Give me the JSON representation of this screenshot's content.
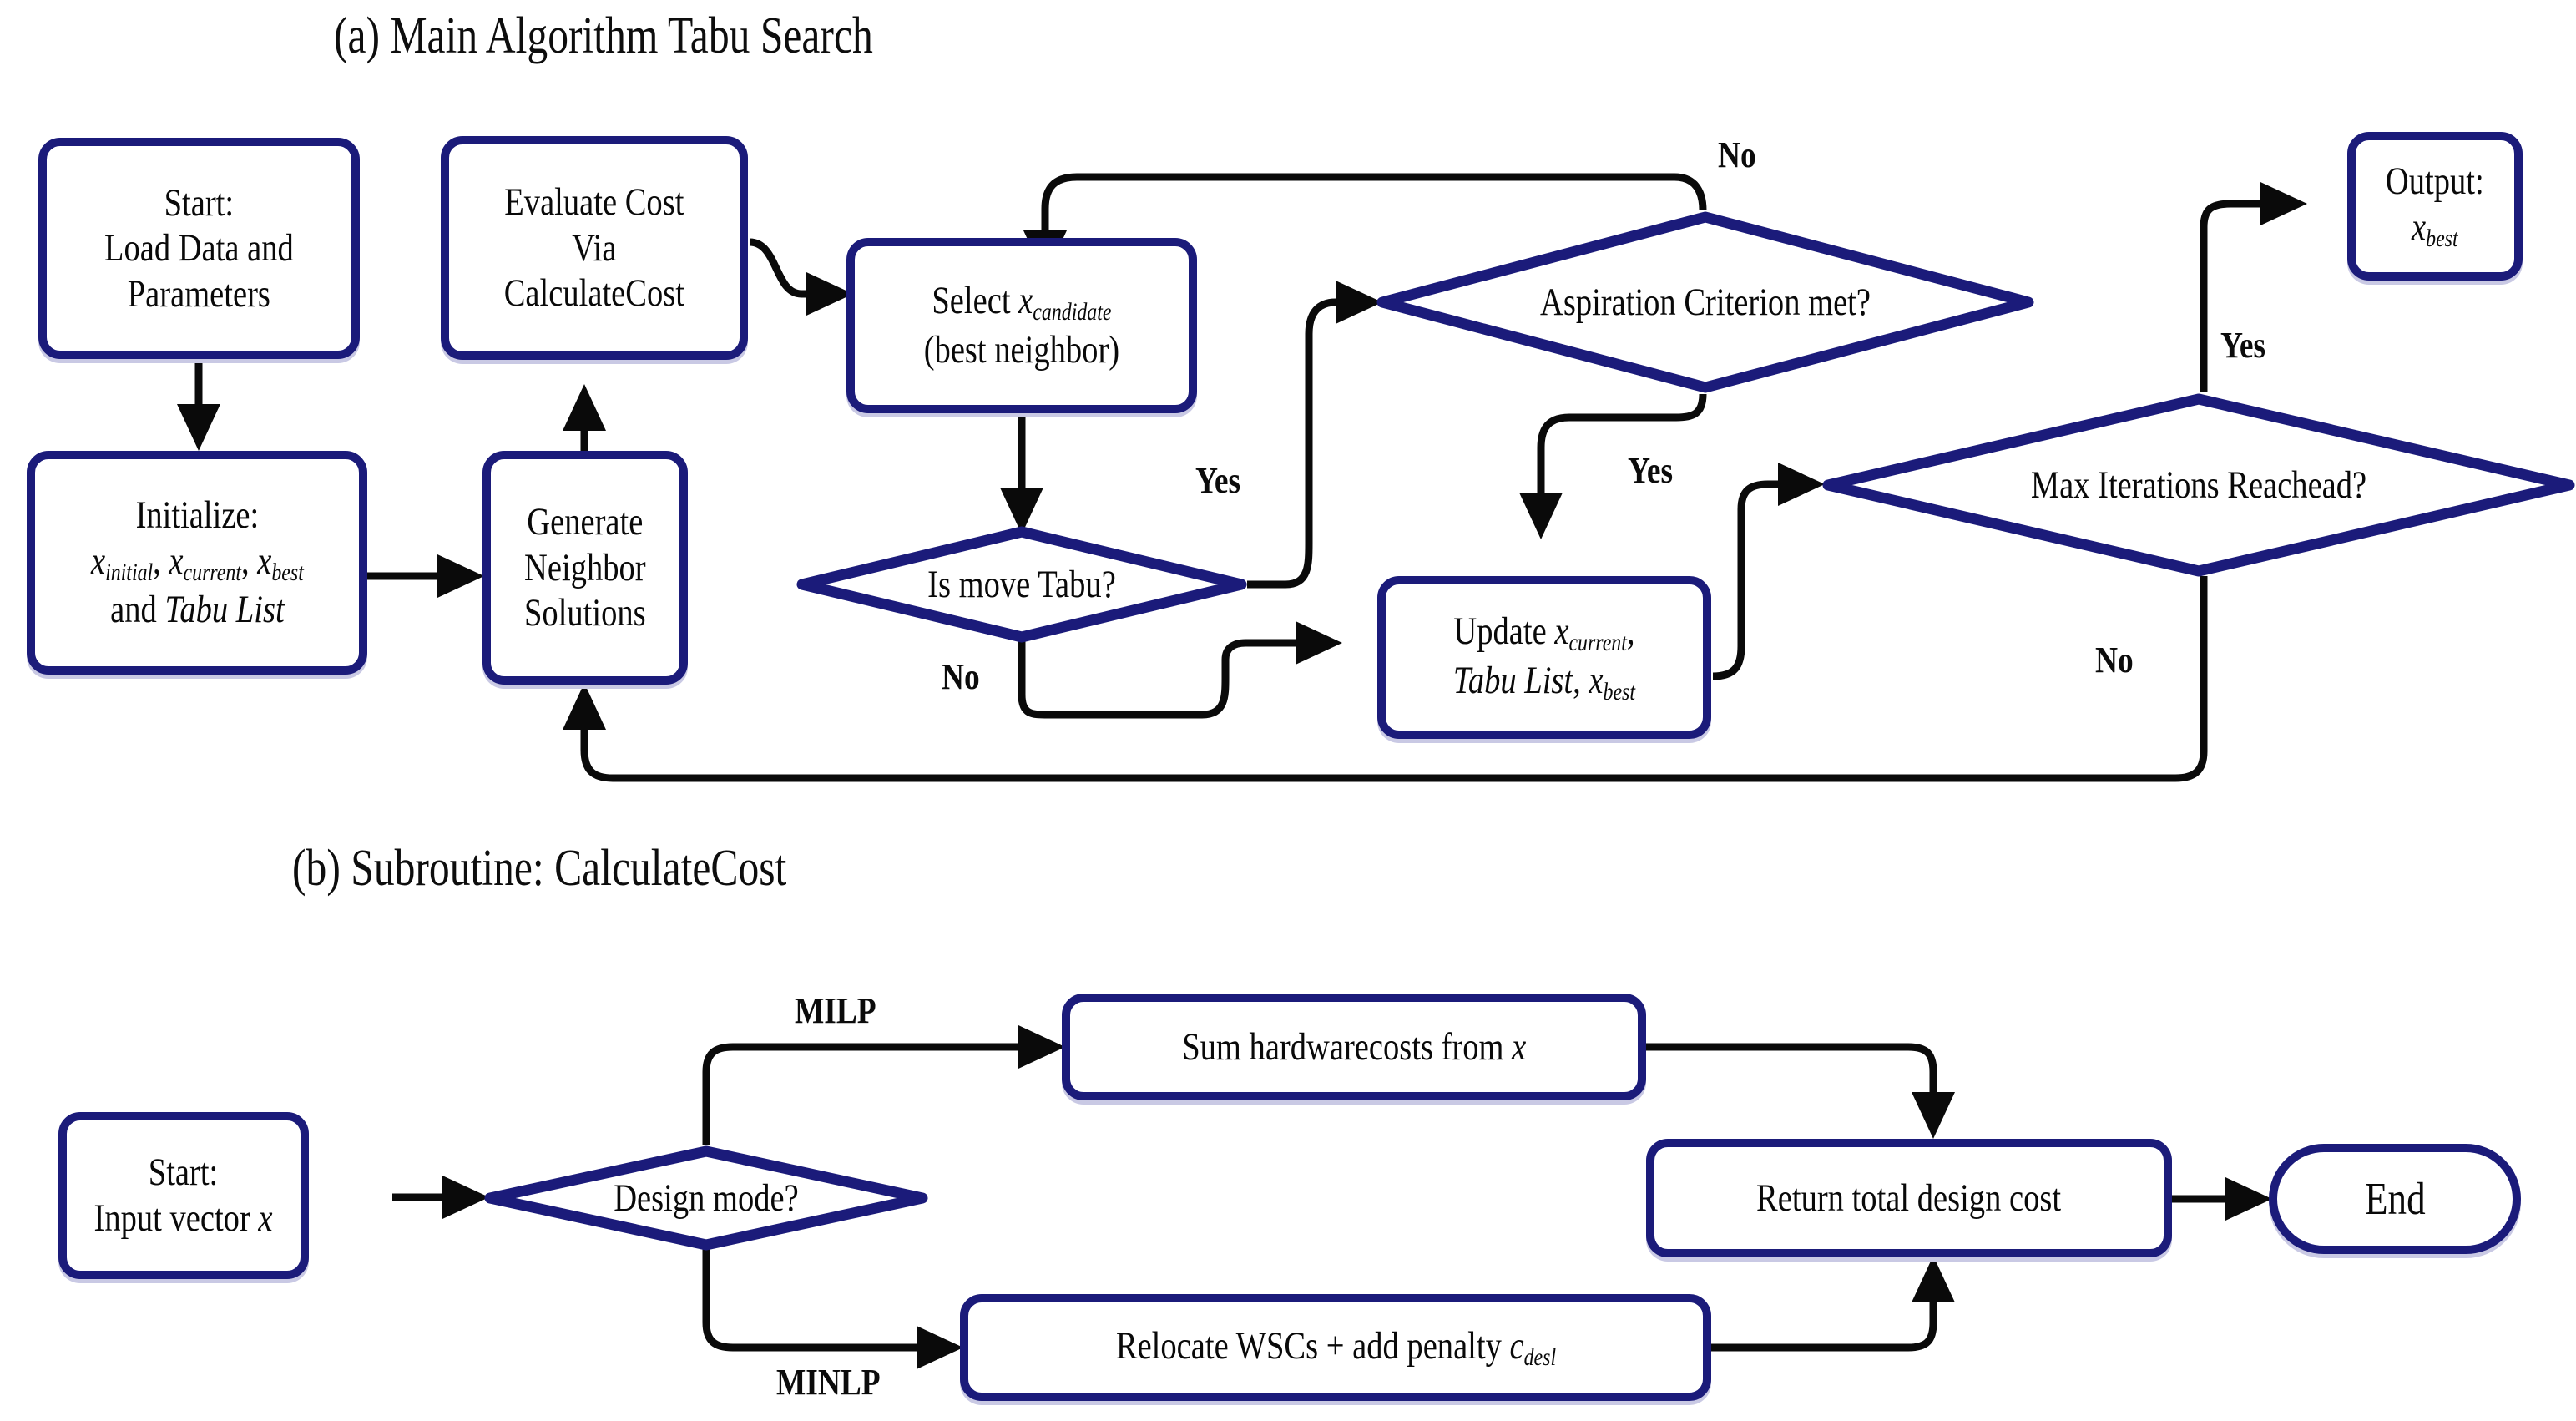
{
  "figure": {
    "panel_a_title": "(a) Main Algorithm Tabu Search",
    "panel_b_title": "(b) Subroutine: CalculateCost",
    "accent_color": "#1b1b7a",
    "line_color": "#0a0a0a",
    "background": "#ffffff"
  },
  "panel_a": {
    "nodes": {
      "start": {
        "line1": "Start:",
        "line2": "Load Data and",
        "line3": "Parameters"
      },
      "initialize": {
        "line1": "Initialize:",
        "line2": "x_initial, x_current, x_best",
        "line3": "and Tabu List"
      },
      "evaluate_cost": {
        "line1": "Evaluate Cost",
        "line2": "Via",
        "line3": "CalculateCost"
      },
      "generate_neighbors": {
        "line1": "Generate",
        "line2": "Neighbor",
        "line3": "Solutions"
      },
      "select_candidate": {
        "line1": "Select x_candidate",
        "line2": "(best neighbor)"
      },
      "is_move_tabu": {
        "label": "Is move Tabu?"
      },
      "aspiration": {
        "label": "Aspiration Criterion met?"
      },
      "update": {
        "line1": "Update x_current,",
        "line2": "Tabu List, x_best"
      },
      "max_iterations": {
        "label": "Max Iterations Reachead?"
      },
      "output": {
        "line1": "Output:",
        "line2": "x_best"
      }
    },
    "edge_labels": {
      "tabu_yes": "Yes",
      "tabu_no": "No",
      "aspiration_no": "No",
      "aspiration_yes": "Yes",
      "max_iter_yes": "Yes",
      "max_iter_no": "No"
    }
  },
  "panel_b": {
    "nodes": {
      "start": {
        "line1": "Start:",
        "line2": "Input vector x"
      },
      "design_mode": {
        "label": "Design mode?"
      },
      "sum_hardware": {
        "label": "Sum hardwarecosts from x"
      },
      "relocate": {
        "label": "Relocate WSCs + add penalty c_desl"
      },
      "return_cost": {
        "label": "Return total design cost"
      },
      "end": {
        "label": "End"
      }
    },
    "edge_labels": {
      "milp": "MILP",
      "minlp": "MINLP"
    }
  }
}
